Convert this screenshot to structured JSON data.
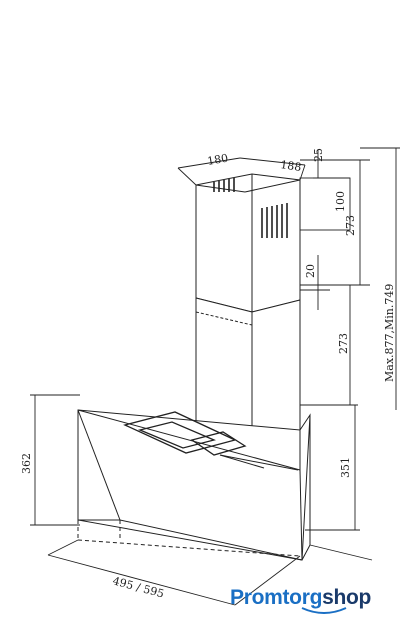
{
  "diagram": {
    "dimensions": {
      "chimney_depth": "180",
      "chimney_width": "188",
      "vent_offset": "25",
      "vent_height": "100",
      "upper_section": "273",
      "overlap": "20",
      "lower_section": "273",
      "total_height": "Max.877,Min.749",
      "hood_height_right": "351",
      "hood_height_left": "362",
      "hood_width": "495 / 595"
    }
  },
  "brand": {
    "part1": "Promtorg",
    "part2": "shop"
  }
}
